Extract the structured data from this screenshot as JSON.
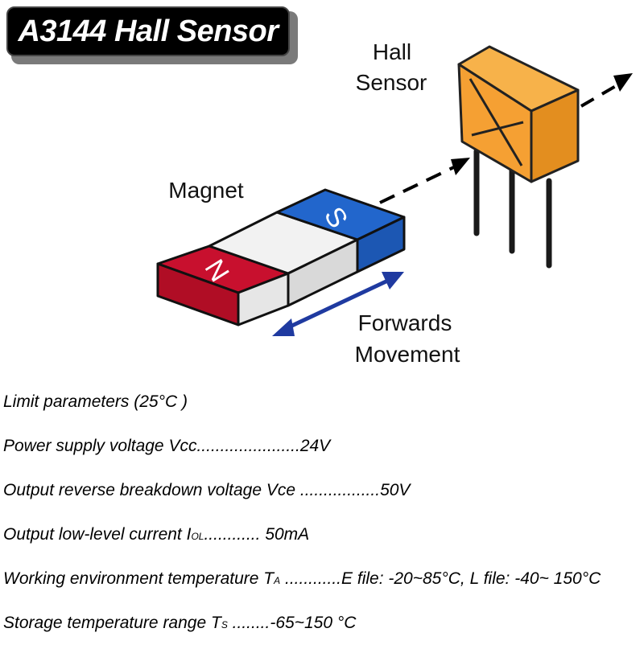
{
  "title": "A3144 Hall Sensor",
  "diagram": {
    "label_sensor_line1": "Hall",
    "label_sensor_line2": "Sensor",
    "label_magnet": "Magnet",
    "pole_n": "N",
    "pole_s": "S",
    "label_movement_line1": "Forwards",
    "label_movement_line2": "Movement",
    "colors": {
      "sensor": "#f5a033",
      "north": "#c8102e",
      "south": "#2266cc",
      "arrow": "#1f3aa0"
    }
  },
  "specs": {
    "heading": "Limit parameters (25°C )",
    "vcc": {
      "label": "Power supply voltage Vcc",
      "dots": "......................",
      "value": "24V"
    },
    "vce": {
      "label": "Output reverse breakdown voltage Vce ",
      "dots": ".................",
      "value": "50V"
    },
    "iol": {
      "label": "Output low-level current I",
      "sub": "OL",
      "dots": "............ ",
      "value": "50mA"
    },
    "ta": {
      "label": "Working environment temperature T",
      "sub": "A",
      "dots": " ............",
      "value": "E file: -20~85°C, L file: -40~ 150°C"
    },
    "ts": {
      "label": "Storage temperature range T",
      "sub": "S",
      "dots": " ........",
      "value": "-65~150 °C"
    }
  }
}
